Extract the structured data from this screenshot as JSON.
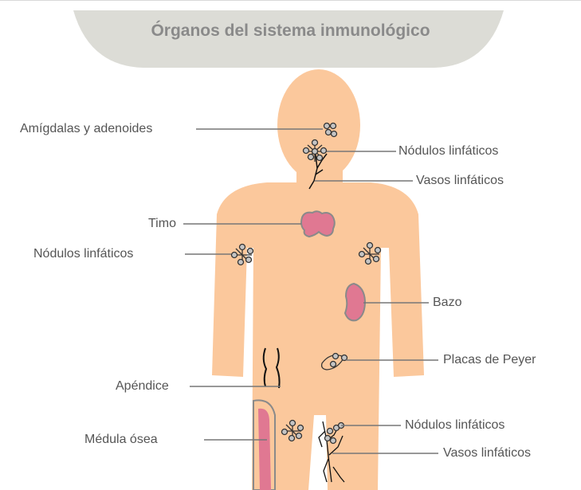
{
  "title": "Órganos del sistema inmunológico",
  "labels": {
    "amigdalas": "Amígdalas y adenoides",
    "nodulos_cuello": "Nódulos linfáticos",
    "vasos_cuello": "Vasos linfáticos",
    "timo": "Timo",
    "nodulos_axila": "Nódulos linfáticos",
    "bazo": "Bazo",
    "placas": "Placas de Peyer",
    "apendice": "Apéndice",
    "nodulos_ingle": "Nódulos linfáticos",
    "medula": "Médula ósea",
    "vasos_pierna": "Vasos linfáticos"
  },
  "colors": {
    "skin": "#fbc89c",
    "banner": "#dcdcd6",
    "organ": "#e07892",
    "organ_stroke": "#8a8a8a",
    "leader": "#777777",
    "text": "#555555",
    "title": "#8a8a8a"
  }
}
